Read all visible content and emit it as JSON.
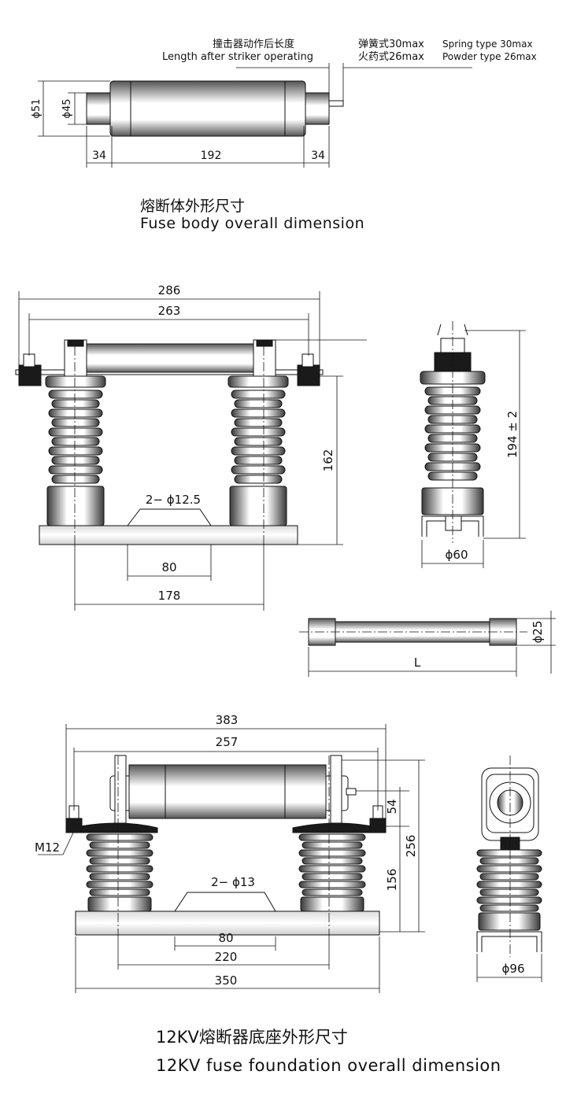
{
  "fuse_body": {
    "striker_zh": "撞击器动作后长度",
    "striker_en": "Length after striker operating",
    "spring_zh": "弹簧式30max",
    "spring_en": "Spring type 30max",
    "powder_zh": "火药式26max",
    "powder_en": "Powder type 26max",
    "d_outer": "ϕ51",
    "d_inner": "ϕ45",
    "len_left": "34",
    "len_mid": "192",
    "len_right": "34",
    "caption_zh": "熔断体外形尺寸",
    "caption_en": "Fuse body overall dimension"
  },
  "base_small": {
    "w_outer": "286",
    "w_inner": "263",
    "height": "162",
    "holes": "2− ϕ12.5",
    "hole_span": "80",
    "insulator_span": "178",
    "side_height": "194 ± 2",
    "side_width": "ϕ60"
  },
  "fuse_tube": {
    "diameter": "ϕ25",
    "length": "L"
  },
  "base_large": {
    "w_outer": "383",
    "w_inner": "257",
    "top_offset": "54",
    "height_mid": "156",
    "height_total": "256",
    "bolt": "M12",
    "holes": "2− ϕ13",
    "hole_span": "80",
    "insulator_span": "220",
    "base_len": "350",
    "side_width": "ϕ96",
    "caption_zh": "12KV熔断器底座外形尺寸",
    "caption_en": "12KV fuse foundation overall dimension"
  }
}
